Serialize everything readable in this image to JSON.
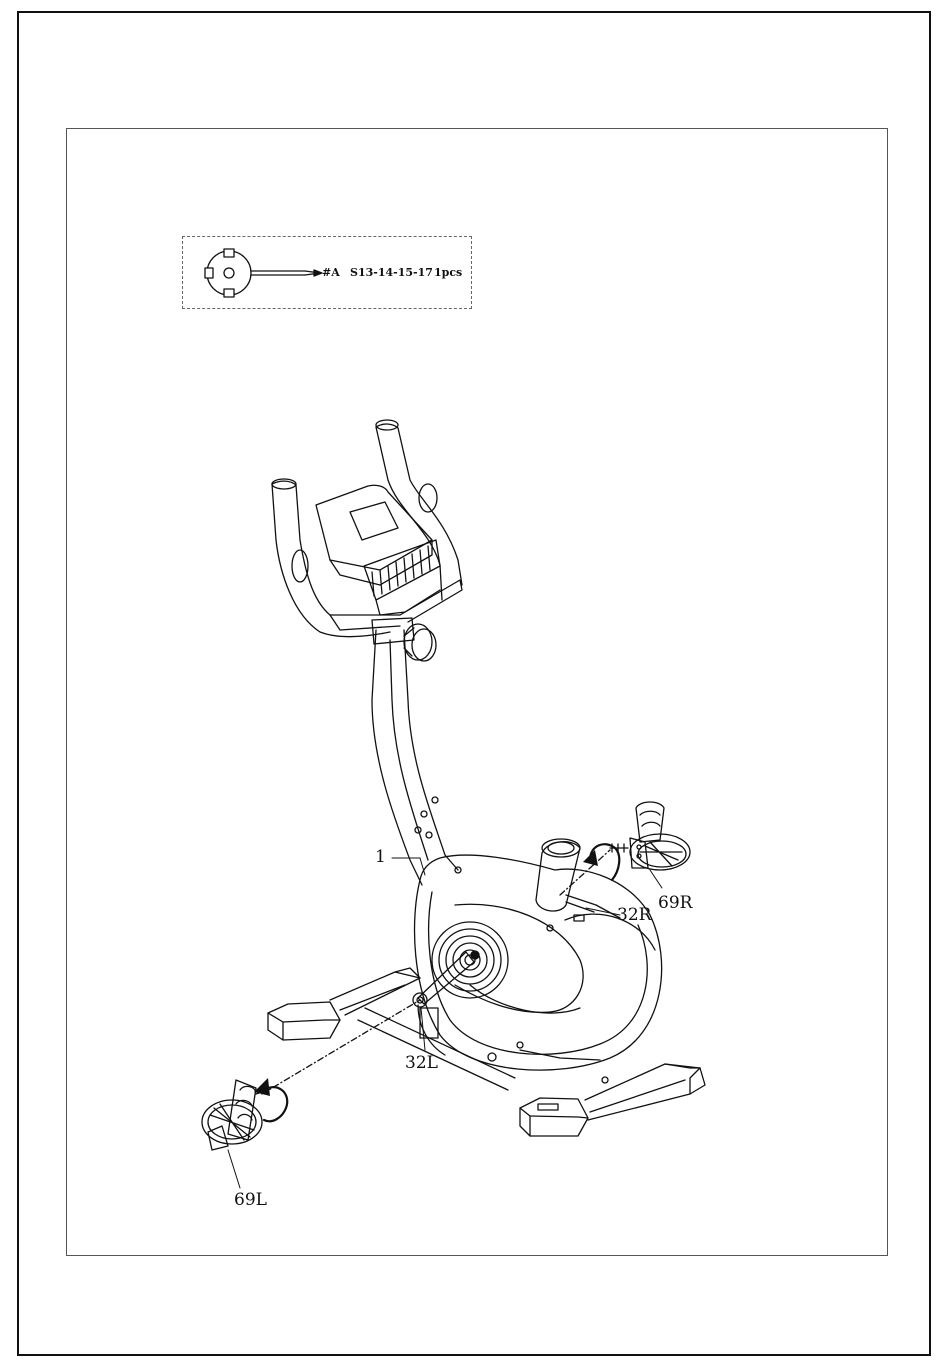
{
  "tool": {
    "code": "#A",
    "sizes": "S13-14-15-17",
    "qty": "1pcs"
  },
  "parts": {
    "frame": "1",
    "crank_right": "32R",
    "crank_left": "32L",
    "pedal_right": "69R",
    "pedal_left": "69L"
  },
  "colors": {
    "line": "#111111",
    "background": "#ffffff"
  }
}
